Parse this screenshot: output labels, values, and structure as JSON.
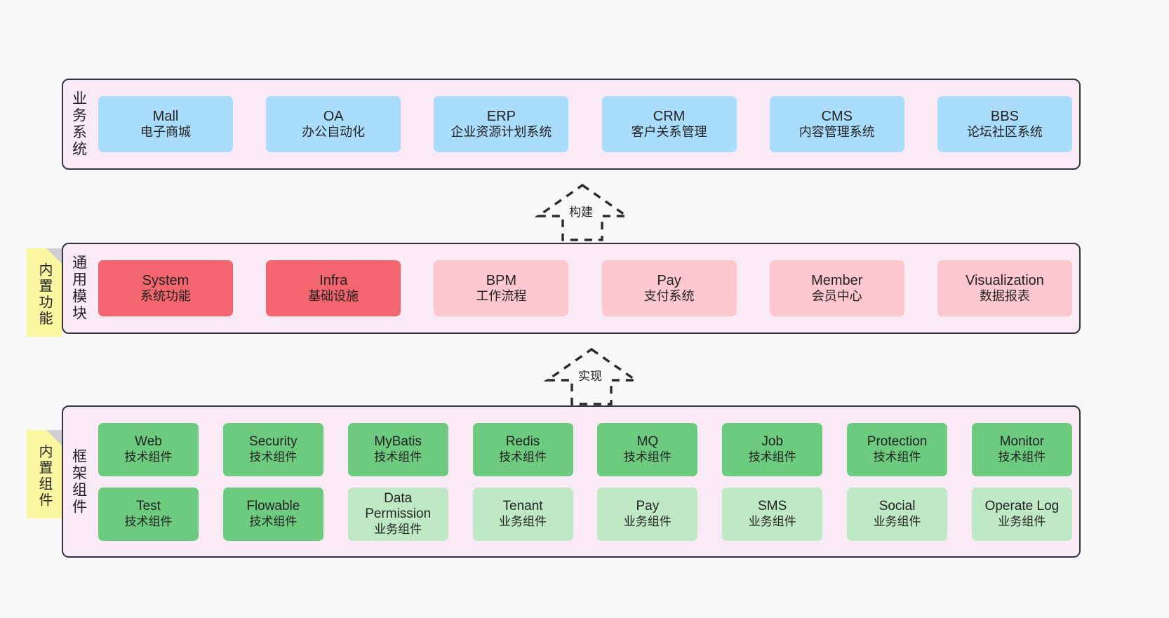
{
  "diagram": {
    "background_color": "#f8f8f8",
    "layers": [
      {
        "key": "business",
        "title": "业务系统",
        "panel_color": "#f9eaf5",
        "card_color": "#aadcfc",
        "cards": [
          {
            "name": "Mall",
            "desc": "电子商城"
          },
          {
            "name": "OA",
            "desc": "办公自动化"
          },
          {
            "name": "ERP",
            "desc": "企业资源计划系统"
          },
          {
            "name": "CRM",
            "desc": "客户关系管理"
          },
          {
            "name": "CMS",
            "desc": "内容管理系统"
          },
          {
            "name": "BBS",
            "desc": "论坛社区系统"
          }
        ]
      },
      {
        "key": "module",
        "title": "通用模块",
        "panel_color": "#f9eaf5",
        "card_color_strong": "#f4666f",
        "card_color_light": "#fcc7cf",
        "cards": [
          {
            "name": "System",
            "desc": "系统功能",
            "style": "strong"
          },
          {
            "name": "Infra",
            "desc": "基础设施",
            "style": "strong"
          },
          {
            "name": "BPM",
            "desc": "工作流程",
            "style": "light"
          },
          {
            "name": "Pay",
            "desc": "支付系统",
            "style": "light"
          },
          {
            "name": "Member",
            "desc": "会员中心",
            "style": "light"
          },
          {
            "name": "Visualization",
            "desc": "数据报表",
            "style": "light"
          }
        ]
      },
      {
        "key": "framework",
        "title": "框架组件",
        "panel_color": "#f9eaf5",
        "card_color_tech": "#6ccb7f",
        "card_color_biz": "#bfe8c5",
        "row1": [
          {
            "name": "Web",
            "desc": "技术组件",
            "style": "tech"
          },
          {
            "name": "Security",
            "desc": "技术组件",
            "style": "tech"
          },
          {
            "name": "MyBatis",
            "desc": "技术组件",
            "style": "tech"
          },
          {
            "name": "Redis",
            "desc": "技术组件",
            "style": "tech"
          },
          {
            "name": "MQ",
            "desc": "技术组件",
            "style": "tech"
          },
          {
            "name": "Job",
            "desc": "技术组件",
            "style": "tech"
          },
          {
            "name": "Protection",
            "desc": "技术组件",
            "style": "tech"
          },
          {
            "name": "Monitor",
            "desc": "技术组件",
            "style": "tech"
          }
        ],
        "row2": [
          {
            "name": "Test",
            "desc": "技术组件",
            "style": "tech"
          },
          {
            "name": "Flowable",
            "desc": "技术组件",
            "style": "tech"
          },
          {
            "name": "Data Permission",
            "desc": "业务组件",
            "style": "biz"
          },
          {
            "name": "Tenant",
            "desc": "业务组件",
            "style": "biz"
          },
          {
            "name": "Pay",
            "desc": "业务组件",
            "style": "biz"
          },
          {
            "name": "SMS",
            "desc": "业务组件",
            "style": "biz"
          },
          {
            "name": "Social",
            "desc": "业务组件",
            "style": "biz"
          },
          {
            "name": "Operate Log",
            "desc": "业务组件",
            "style": "biz"
          }
        ]
      }
    ],
    "notes": [
      {
        "key": "builtin-features",
        "text": "内置功能",
        "color": "#fbf7a0"
      },
      {
        "key": "builtin-components",
        "text": "内置组件",
        "color": "#fbf7a0"
      }
    ],
    "arrows": [
      {
        "key": "build",
        "label": "构建",
        "style": "dashed-hollow-up"
      },
      {
        "key": "implement",
        "label": "实现",
        "style": "dashed-hollow-up"
      }
    ]
  }
}
